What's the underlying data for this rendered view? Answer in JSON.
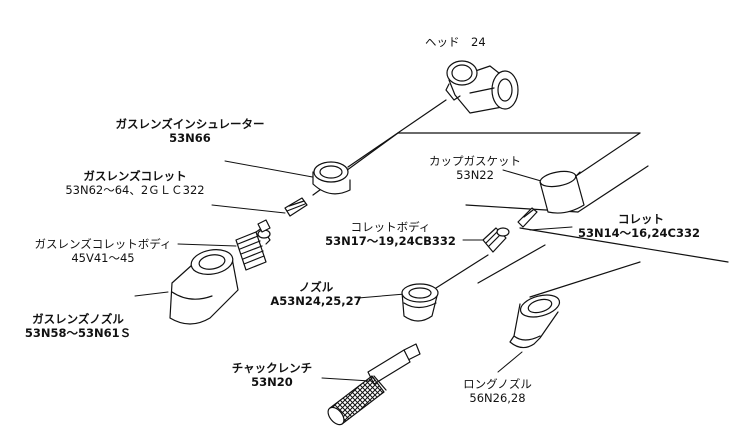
{
  "parts": {
    "head": {
      "name": "ヘッド　24",
      "code": ""
    },
    "gas_lens_insulator": {
      "name": "ガスレンズインシュレーター",
      "code": "53N66"
    },
    "gas_lens_collet": {
      "name": "ガスレンズコレット",
      "code": "53N62～64、2ＧＬＣ322"
    },
    "gas_lens_collet_body": {
      "name": "ガスレンズコレットボディ",
      "code": "45V41～45"
    },
    "gas_lens_nozzle": {
      "name": "ガスレンズノズル",
      "code": "53N58～53N61Ｓ"
    },
    "cup_gasket": {
      "name": "カップガスケット",
      "code": "53N22"
    },
    "collet": {
      "name": "コレット",
      "code": "53N14～16,24C332"
    },
    "collet_body": {
      "name": "コレットボディ",
      "code": "53N17～19,24CB332"
    },
    "nozzle": {
      "name": "ノズル",
      "code": "A53N24,25,27"
    },
    "chuck_wrench": {
      "name": "チャックレンチ",
      "code": "53N20"
    },
    "long_nozzle": {
      "name": "ロングノズル",
      "code": "56N26,28"
    }
  },
  "colors": {
    "line": "#111111",
    "background": "#ffffff"
  }
}
